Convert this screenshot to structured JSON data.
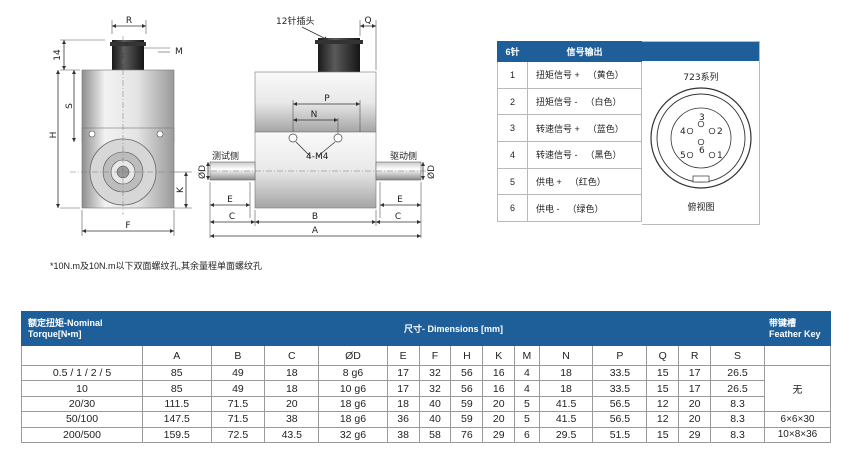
{
  "drawing": {
    "dim_letters": {
      "R": "R",
      "M": "M",
      "S": "S",
      "H": "H",
      "K": "K",
      "F": "F",
      "Q": "Q",
      "P": "P",
      "N": "N",
      "D": "ØD",
      "E": "E",
      "C": "C",
      "B": "B",
      "A": "A",
      "D2": "ØD"
    },
    "dim_14": "14",
    "connector_label": "12针插头",
    "thread_label": "4-M4",
    "test_side": "测试侧",
    "drive_side": "驱动侧"
  },
  "pin_table": {
    "header_pin": "6针",
    "header_signal": "信号输出",
    "rows": [
      {
        "num": "1",
        "signal": "扭矩信号 +",
        "color": "（黄色）"
      },
      {
        "num": "2",
        "signal": "扭矩信号 -",
        "color": "（白色）"
      },
      {
        "num": "3",
        "signal": "转速信号 +",
        "color": "（蓝色）"
      },
      {
        "num": "4",
        "signal": "转速信号 -",
        "color": "（黑色）"
      },
      {
        "num": "5",
        "signal": "供电 +",
        "color": "（红色）"
      },
      {
        "num": "6",
        "signal": "供电 -",
        "color": "（绿色）"
      }
    ],
    "series_label": "723系列",
    "view_label": "俯视图",
    "pins": [
      "1",
      "2",
      "3",
      "4",
      "5",
      "6"
    ]
  },
  "footnote": "*10N.m及10N.m以下双面螺纹孔,其余量程单面螺纹孔",
  "dim_table": {
    "header_left_line1": "额定扭矩-Nominal",
    "header_left_line2": "Torque[N•m]",
    "header_center": "尺寸- Dimensions [mm]",
    "header_right_line1": "带键槽",
    "header_right_line2": "Feather Key",
    "columns": [
      "A",
      "B",
      "C",
      "ØD",
      "E",
      "F",
      "H",
      "K",
      "M",
      "N",
      "P",
      "Q",
      "R",
      "S"
    ],
    "rows": [
      {
        "torque": "0.5 / 1 / 2 / 5",
        "values": [
          "85",
          "49",
          "18",
          "8 g6",
          "17",
          "32",
          "56",
          "16",
          "4",
          "18",
          "33.5",
          "15",
          "17",
          "26.5"
        ]
      },
      {
        "torque": "10",
        "values": [
          "85",
          "49",
          "18",
          "10 g6",
          "17",
          "32",
          "56",
          "16",
          "4",
          "18",
          "33.5",
          "15",
          "17",
          "26.5"
        ]
      },
      {
        "torque": "20/30",
        "values": [
          "111.5",
          "71.5",
          "20",
          "18 g6",
          "18",
          "40",
          "59",
          "20",
          "5",
          "41.5",
          "56.5",
          "12",
          "20",
          "8.3"
        ]
      },
      {
        "torque": "50/100",
        "values": [
          "147.5",
          "71.5",
          "38",
          "18 g6",
          "36",
          "40",
          "59",
          "20",
          "5",
          "41.5",
          "56.5",
          "12",
          "20",
          "8.3"
        ]
      },
      {
        "torque": "200/500",
        "values": [
          "159.5",
          "72.5",
          "43.5",
          "32 g6",
          "38",
          "58",
          "76",
          "29",
          "6",
          "29.5",
          "51.5",
          "15",
          "29",
          "8.3"
        ]
      }
    ],
    "feather": [
      "无",
      "6×6×30",
      "10×8×36"
    ]
  }
}
